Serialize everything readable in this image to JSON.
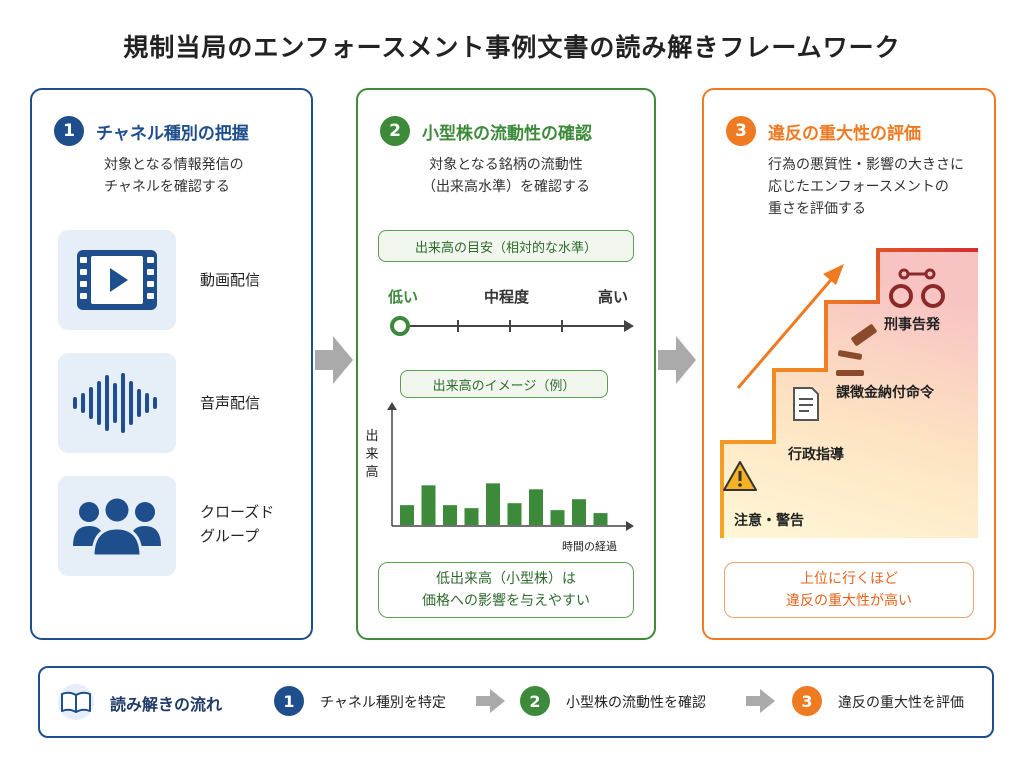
{
  "title": "規制当局のエンフォースメント事例文書の読み解きフレームワーク",
  "panel1": {
    "num": "1",
    "heading": "チャネル種別の把握",
    "desc_lines": [
      "対象となる情報発信の",
      "チャネルを確認する"
    ],
    "channels": [
      {
        "icon": "video-icon",
        "label_lines": [
          "動画配信"
        ]
      },
      {
        "icon": "audio-wave-icon",
        "label_lines": [
          "音声配信"
        ]
      },
      {
        "icon": "group-icon",
        "label_lines": [
          "クローズド",
          "グループ"
        ]
      }
    ]
  },
  "panel2": {
    "num": "2",
    "heading": "小型株の流動性の確認",
    "desc_lines": [
      "対象となる銘柄の流動性",
      "（出来高水準）を確認する"
    ],
    "scale_pill": "出来高の目安（相対的な水準）",
    "scale_low": "低い",
    "scale_mid": "中程度",
    "scale_high": "高い",
    "chart_pill": "出来高のイメージ（例）",
    "note_lines": [
      "低出来高（小型株）は",
      "価格への影響を与えやすい"
    ]
  },
  "panel3": {
    "num": "3",
    "heading": "違反の重大性の評価",
    "desc_lines": [
      "行為の悪質性・影響の大きさに",
      "応じたエンフォースメントの",
      "重さを評価する"
    ],
    "steps": [
      {
        "icon": "warning-icon",
        "label": "注意・警告"
      },
      {
        "icon": "document-icon",
        "label": "行政指導"
      },
      {
        "icon": "gavel-icon",
        "label": "課徴金納付命令"
      },
      {
        "icon": "handcuffs-icon",
        "label": "刑事告発"
      }
    ],
    "note_lines": [
      "上位に行くほど",
      "違反の重大性が高い"
    ]
  },
  "chart_data": {
    "type": "bar",
    "title": "出来高のイメージ（例）",
    "ylabel": "出来高",
    "xlabel": "時間の経過",
    "values": [
      2,
      4,
      2,
      1.7,
      4.2,
      2.2,
      3.6,
      1.5,
      2.6,
      1.2
    ],
    "ylim": [
      0,
      12
    ]
  },
  "flow": {
    "title": "読み解きの流れ",
    "steps": [
      {
        "num": "1",
        "label": "チャネル種別を特定"
      },
      {
        "num": "2",
        "label": "小型株の流動性を確認"
      },
      {
        "num": "3",
        "label": "違反の重大性を評価"
      }
    ]
  },
  "colors": {
    "blue": "#1f4e8c",
    "green": "#3c8a3a",
    "orange": "#ee7a22",
    "red": "#d32f2f"
  }
}
